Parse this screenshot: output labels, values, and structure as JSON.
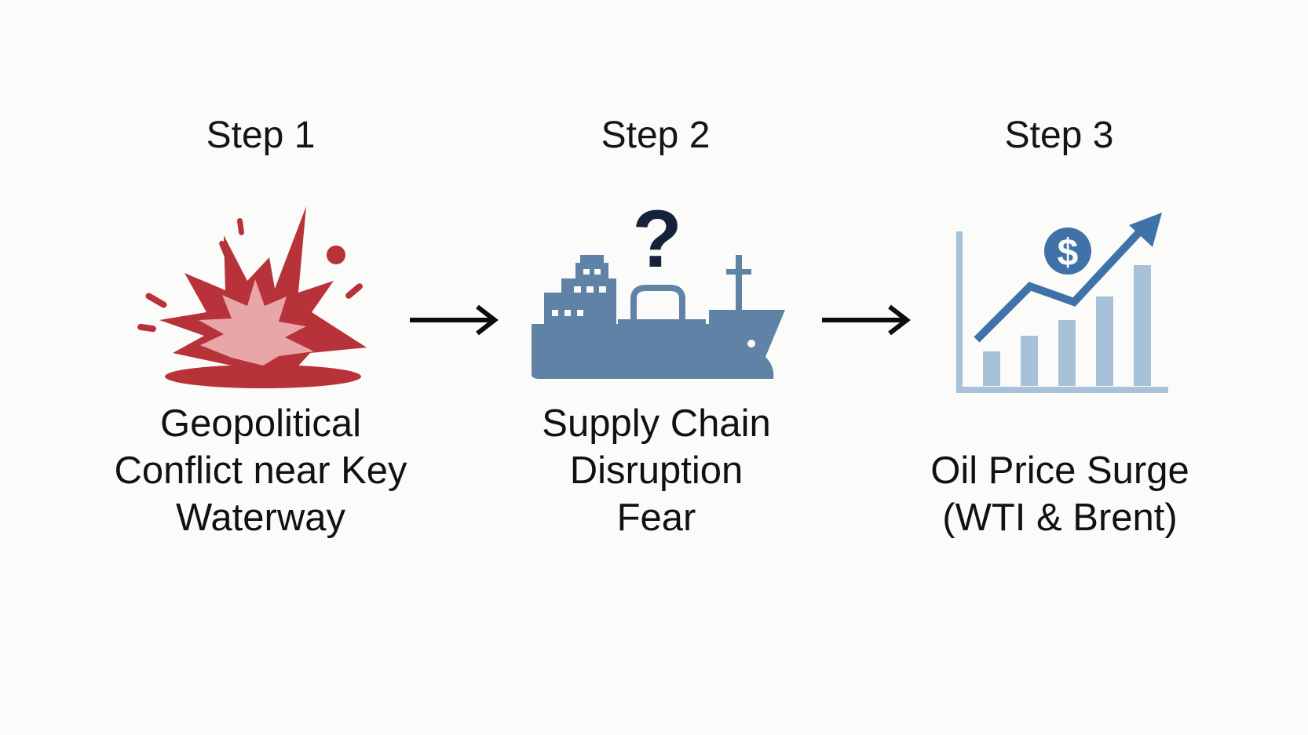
{
  "steps": [
    {
      "title": "Step 1",
      "caption_lines": [
        "Geopolitical",
        "Conflict near Key",
        "Waterway"
      ],
      "icon": "explosion-icon"
    },
    {
      "title": "Step 2",
      "caption_lines": [
        "Supply Chain",
        "Disruption",
        "Fear"
      ],
      "icon": "cargo-ship-question-icon"
    },
    {
      "title": "Step 3",
      "caption_lines": [
        "Oil Price Surge",
        "(WTI & Brent)"
      ],
      "icon": "rising-price-chart-icon"
    }
  ],
  "colors": {
    "explosion_red": "#b8323a",
    "explosion_core": "#e8a6a8",
    "ship_blue": "#5f82a6",
    "question_mark": "#16213a",
    "chart_blue": "#3f73a8",
    "chart_bars": "#a7c1d8",
    "dollar_coin": "#3f73a8",
    "arrow": "#0c0c0c"
  }
}
